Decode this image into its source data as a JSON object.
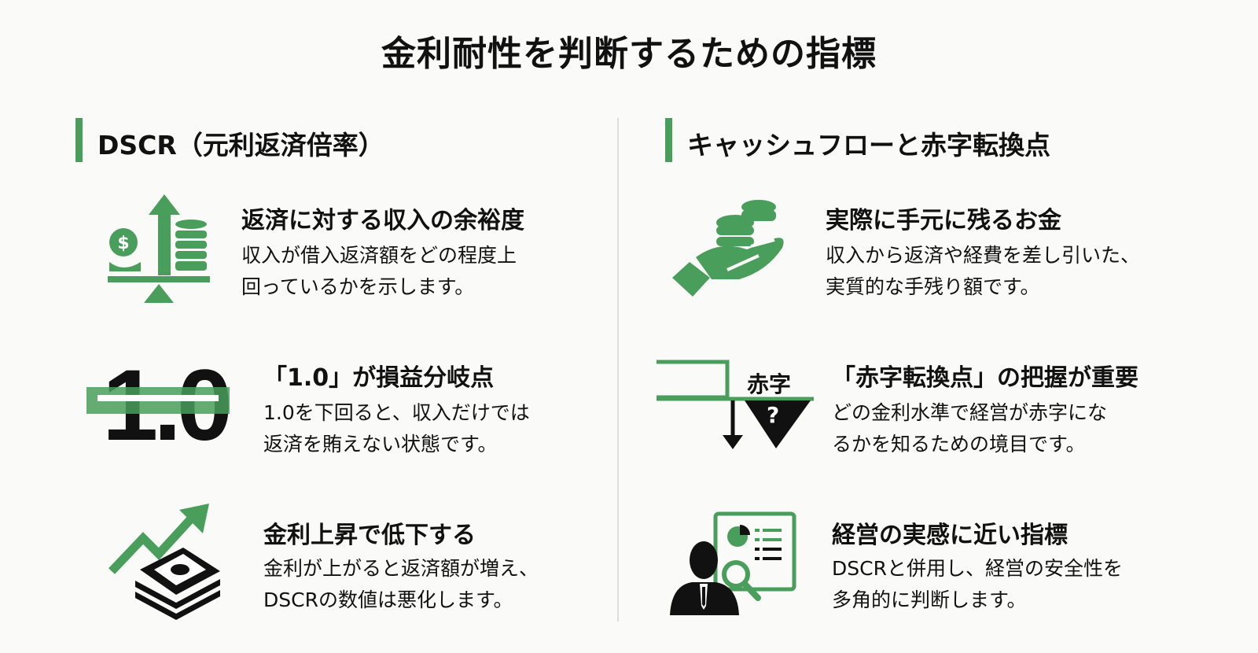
{
  "title": "金利耐性を判断するための指標",
  "colors": {
    "accent": "#4a9e5c",
    "text": "#111111",
    "background": "#fafaf8"
  },
  "left": {
    "heading": "DSCR（元利返済倍率）",
    "items": [
      {
        "icon": "balance-coins-arrow-icon",
        "title": "返済に対する収入の余裕度",
        "lines": [
          "収入が借入返済額をどの程度上",
          "回っているかを示します。"
        ]
      },
      {
        "icon": "one-point-zero-line-icon",
        "icon_text": "1.0",
        "title": "「1.0」が損益分岐点",
        "lines": [
          "1.0を下回ると、収入だけでは",
          "返済を賄えない状態です。"
        ]
      },
      {
        "icon": "rising-arrow-money-stack-icon",
        "title": "金利上昇で低下する",
        "lines": [
          "金利が上がると返済額が増え、",
          "DSCRの数値は悪化します。"
        ]
      }
    ]
  },
  "right": {
    "heading": "キャッシュフローと赤字転換点",
    "items": [
      {
        "icon": "hand-coins-icon",
        "title": "実際に手元に残るお金",
        "lines": [
          "収入から返済や経費を差し引いた、",
          "実質的な手残り額です。"
        ]
      },
      {
        "icon": "deficit-threshold-icon",
        "icon_text": "赤字",
        "icon_mark": "?",
        "title": "「赤字転換点」の把握が重要",
        "lines": [
          "どの金利水準で経営が赤字にな",
          "るかを知るための境目です。"
        ]
      },
      {
        "icon": "businessman-report-icon",
        "title": "経営の実感に近い指標",
        "lines": [
          "DSCRと併用し、経営の安全性を",
          "多角的に判断します。"
        ]
      }
    ]
  }
}
